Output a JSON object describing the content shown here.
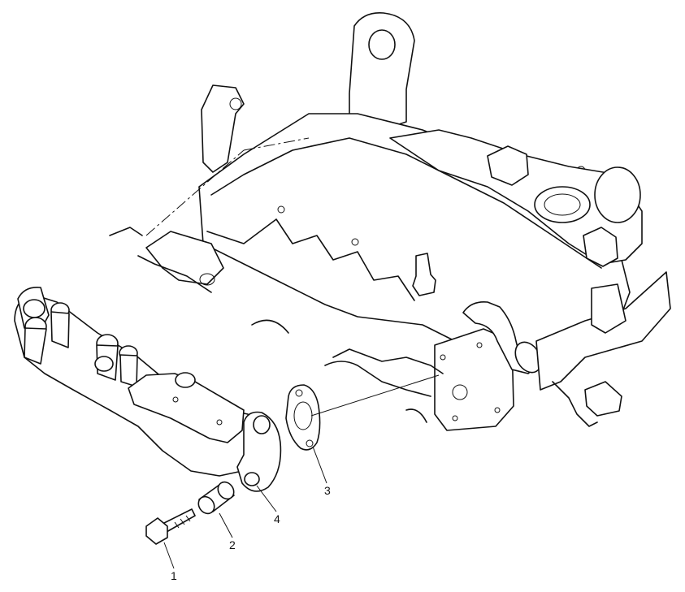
{
  "diagram": {
    "callouts": [
      {
        "id": "1",
        "label": "1"
      },
      {
        "id": "2",
        "label": "2"
      },
      {
        "id": "3",
        "label": "3"
      },
      {
        "id": "4",
        "label": "4"
      }
    ]
  },
  "colors": {
    "line": "#111111",
    "background": "#ffffff"
  }
}
